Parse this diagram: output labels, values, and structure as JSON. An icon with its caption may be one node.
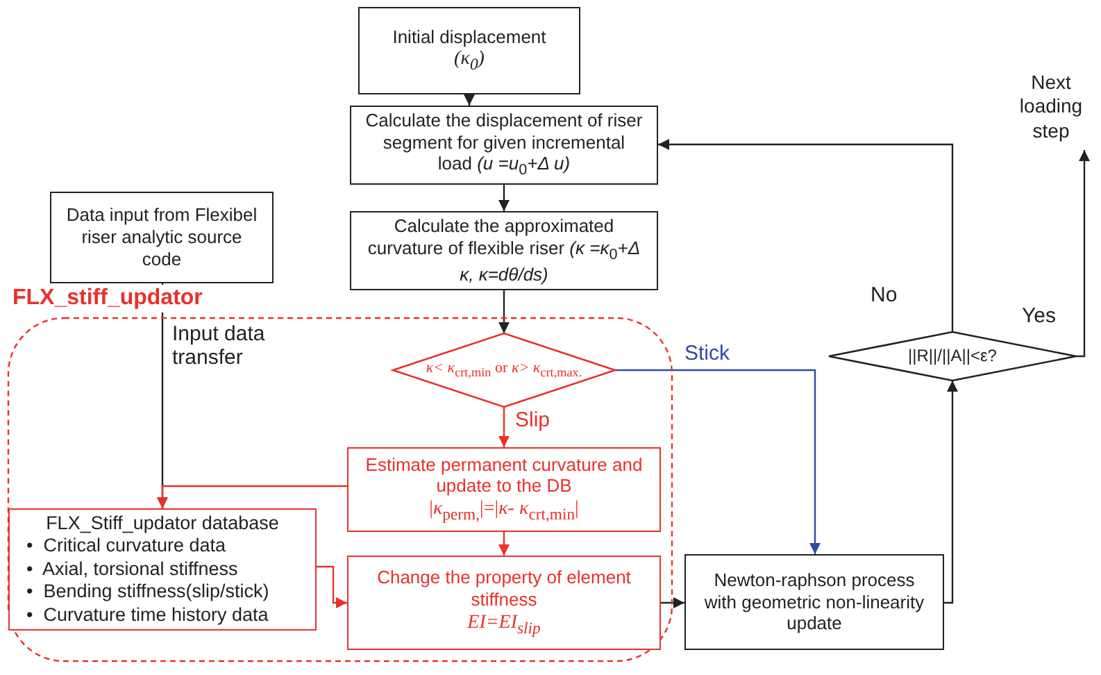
{
  "diagram": {
    "nodes": [
      {
        "text": [
          "Initial displacement",
          "(κ$_{0}$)"
        ]
      },
      {
        "text": [
          "Calculate the displacement of riser segment for given incremental load *(u =u*$_{0}$*+Δ u)*"
        ]
      },
      {
        "text": [
          "Calculate the approximated curvature of flexible riser *(κ =κ*$_{0}$*+Δ κ, κ=dθ/ds)*"
        ]
      },
      {
        "text": [
          "Data input from Flexibel riser analytic source code"
        ]
      },
      {
        "text": [
          "FLX_stiff_updator"
        ]
      },
      {
        "text": [
          "*κ< κ*$_{crt,min}$ or *κ> κ*$_{crt,max.}$"
        ],
        "in": 4
      },
      {
        "text": [
          "Estimate permanent curvature and update to the DB",
          "|*κ*$_{perm,}$|=|*κ*- *κ*$_{crt,min}$|"
        ],
        "in": 4
      },
      {
        "text": [
          "FLX_Stiff_updator database",
          "•  Critical curvature data",
          "•  Axial, torsional stiffness",
          "•  Bending stiffness(slip/stick)",
          "•  Curvature time history data"
        ],
        "in": 4
      },
      {
        "text": [
          "Change the property of element stiffness",
          "EI=EI$_{slip}$"
        ],
        "in": 4
      },
      {
        "text": [
          "Newton-raphson process with geometric non-linearity update"
        ]
      },
      {
        "text": [
          "||R||/||A||<ε?"
        ]
      },
      {
        "text": [
          "Next loading step"
        ]
      }
    ],
    "edges": [
      {
        "from": 0,
        "to": 1,
        "arrow": "to"
      },
      {
        "from": 1,
        "to": 2,
        "arrow": "to"
      },
      {
        "from": 2,
        "to": 5,
        "arrow": "to"
      },
      {
        "from": 5,
        "to": 6,
        "arrow": "to",
        "label": "Slip",
        "color": "#e8312b"
      },
      {
        "from": 5,
        "to": 9,
        "arrow": "to",
        "label": "Stick",
        "color": "#2f4aa8"
      },
      {
        "from": 6,
        "to": 8,
        "arrow": "to",
        "color": "#e8312b"
      },
      {
        "from": 3,
        "to": 7,
        "arrow": "to",
        "label": "Input data transfer"
      },
      {
        "from": 6,
        "to": 7,
        "arrow": "to",
        "color": "#e8312b"
      },
      {
        "from": 7,
        "to": 8,
        "arrow": "to",
        "color": "#e8312b"
      },
      {
        "from": 8,
        "to": 9,
        "arrow": "to"
      },
      {
        "from": 9,
        "to": 10,
        "arrow": "to"
      },
      {
        "from": 10,
        "to": 1,
        "arrow": "to",
        "label": "No"
      },
      {
        "from": 10,
        "to": 11,
        "arrow": "to",
        "label": "Yes"
      }
    ]
  }
}
